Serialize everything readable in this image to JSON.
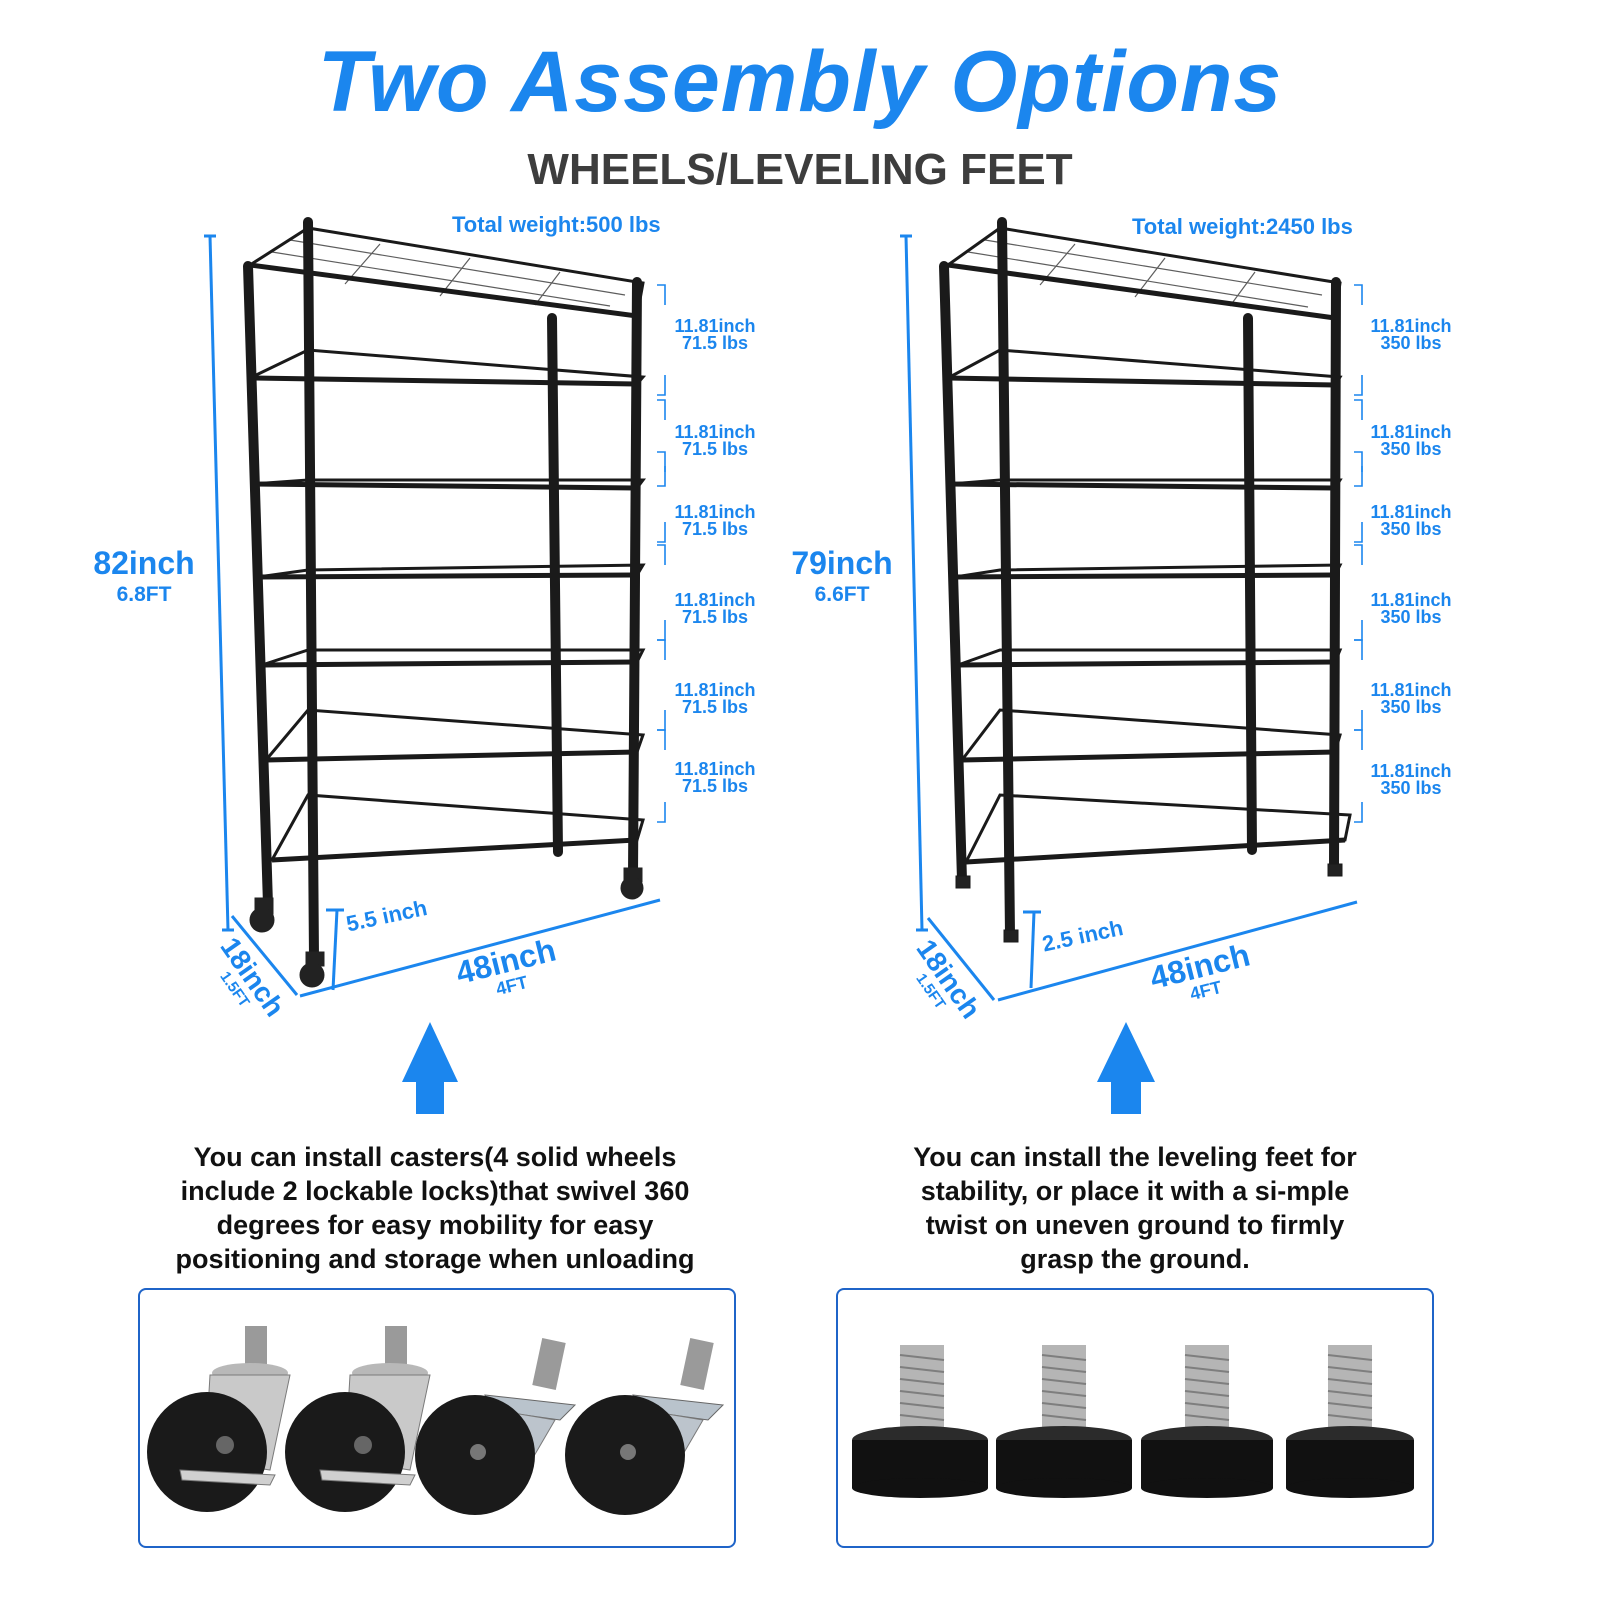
{
  "title": "Two Assembly Options",
  "subtitle": "WHEELS/LEVELING FEET",
  "colors": {
    "accent": "#1b86ee",
    "subtitle": "#3d3d3d",
    "frame": "#1a1a1a",
    "box_border": "#1f64c8"
  },
  "left": {
    "total_weight": "Total weight:500 lbs",
    "height_in": "82inch",
    "height_ft": "6.8FT",
    "shelf_gaps": [
      {
        "inch": "11.81inch",
        "lbs": "71.5 lbs"
      },
      {
        "inch": "11.81inch",
        "lbs": "71.5 lbs"
      },
      {
        "inch": "11.81inch",
        "lbs": "71.5 lbs"
      },
      {
        "inch": "11.81inch",
        "lbs": "71.5 lbs"
      },
      {
        "inch": "11.81inch",
        "lbs": "71.5 lbs"
      },
      {
        "inch": "11.81inch",
        "lbs": "71.5 lbs"
      }
    ],
    "clearance": "5.5 inch",
    "width_in": "48inch",
    "width_ft": "4FT",
    "depth_in": "18inch",
    "depth_ft": "1.5FT",
    "description": [
      "You can install casters(4 solid wheels",
      "include 2 lockable locks)that swivel 360",
      "degrees for easy mobility for easy",
      "positioning and storage when unloading"
    ],
    "accessory_icon": "caster-wheel-icon"
  },
  "right": {
    "total_weight": "Total weight:2450 lbs",
    "height_in": "79inch",
    "height_ft": "6.6FT",
    "shelf_gaps": [
      {
        "inch": "11.81inch",
        "lbs": "350 lbs"
      },
      {
        "inch": "11.81inch",
        "lbs": "350 lbs"
      },
      {
        "inch": "11.81inch",
        "lbs": "350 lbs"
      },
      {
        "inch": "11.81inch",
        "lbs": "350 lbs"
      },
      {
        "inch": "11.81inch",
        "lbs": "350 lbs"
      },
      {
        "inch": "11.81inch",
        "lbs": "350 lbs"
      }
    ],
    "clearance": "2.5 inch",
    "width_in": "48inch",
    "width_ft": "4FT",
    "depth_in": "18inch",
    "depth_ft": "1.5FT",
    "description": [
      "You can install the leveling feet for",
      "stability, or place it with a si-mple",
      "twist on uneven ground to firmly",
      "grasp the ground."
    ],
    "accessory_icon": "leveling-foot-icon"
  }
}
